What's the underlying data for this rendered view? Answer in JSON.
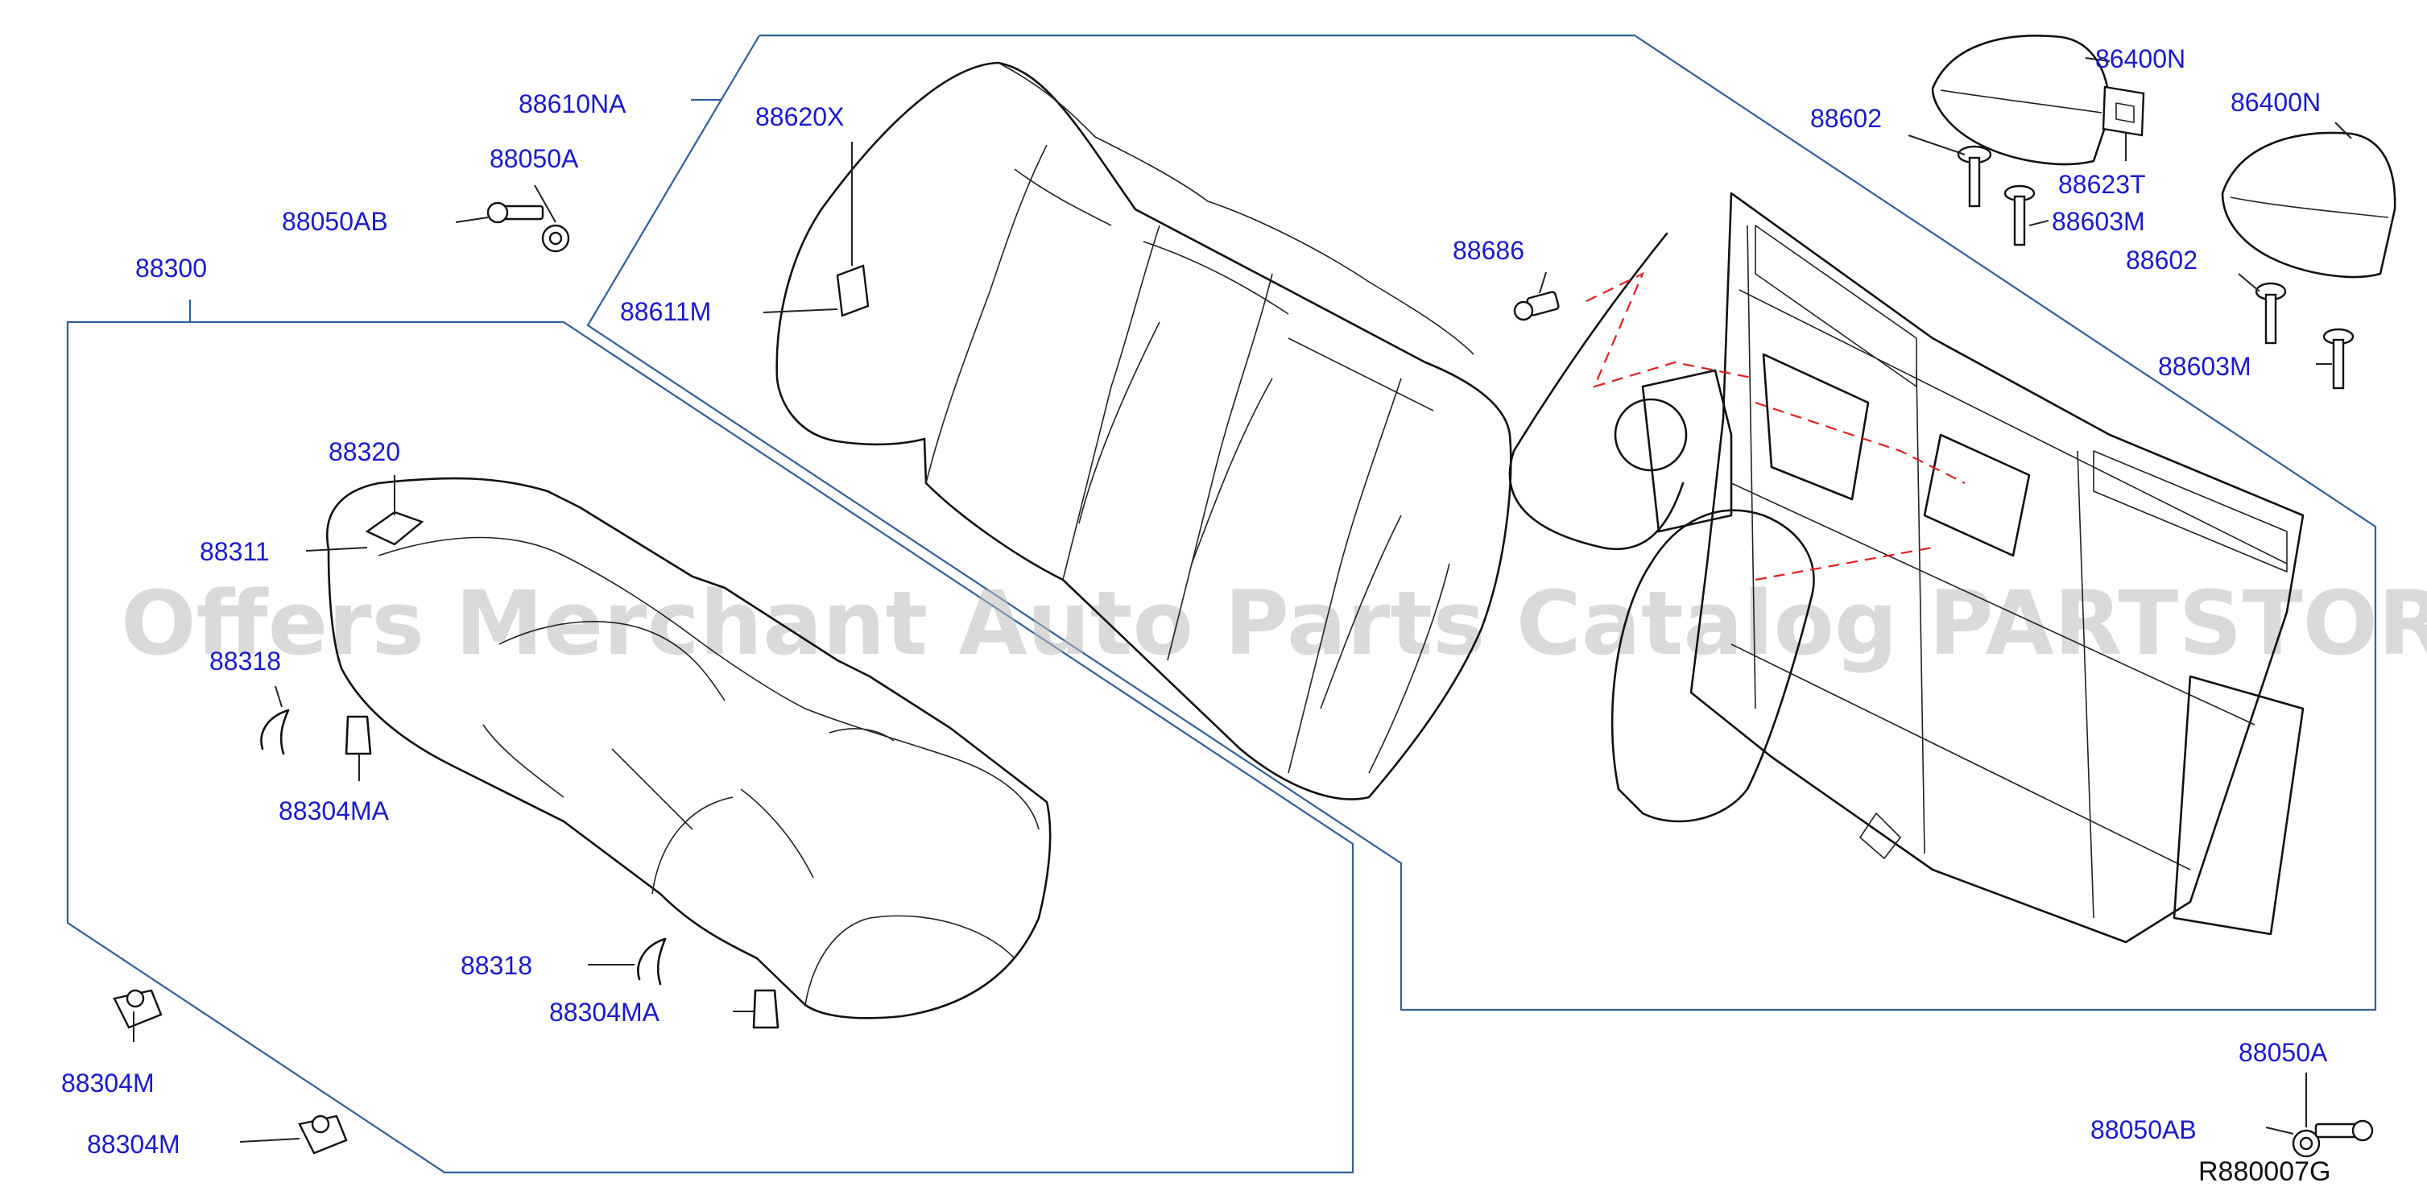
{
  "watermark": "Offers Merchant Auto Parts Catalog PARTSTORE.SA",
  "diagram_code": "R880007G",
  "labels": {
    "p88610NA": "88610NA",
    "p88050A_top": "88050A",
    "p88050AB_top": "88050AB",
    "p88300": "88300",
    "p88620X": "88620X",
    "p88611M": "88611M",
    "p88320": "88320",
    "p88311": "88311",
    "p88318_left": "88318",
    "p88304MA_left": "88304MA",
    "p88318_center": "88318",
    "p88304MA_center": "88304MA",
    "p88304M_a": "88304M",
    "p88304M_b": "88304M",
    "p86400N_a": "86400N",
    "p86400N_b": "86400N",
    "p88602_a": "88602",
    "p88602_b": "88602",
    "p88623T": "88623T",
    "p88603M_a": "88603M",
    "p88603M_b": "88603M",
    "p88686": "88686",
    "p88050A_bottom": "88050A",
    "p88050AB_bottom": "88050AB"
  },
  "colors": {
    "label": "#1a1acc",
    "frame": "#2f5f99",
    "leader": "#222222",
    "dashed_guide": "#e02020",
    "watermark": "#bdbdbd"
  }
}
